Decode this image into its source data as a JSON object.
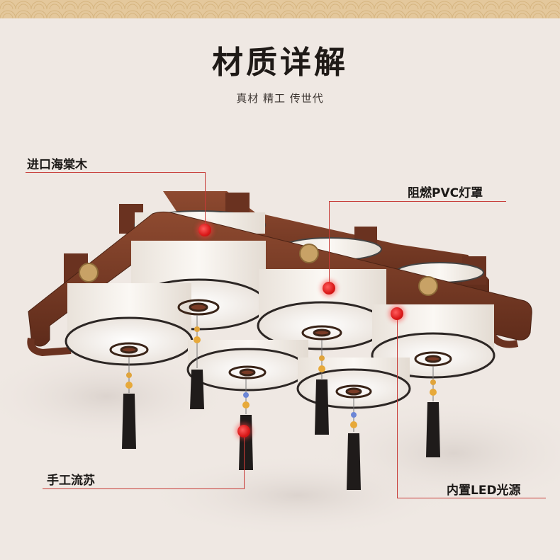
{
  "header": {
    "title": "材质详解",
    "subtitle": "真材 精工 传世代"
  },
  "callouts": {
    "wood": "进口海棠木",
    "shade": "阻燃PVC灯罩",
    "tassel": "手工流苏",
    "led": "内置LED光源"
  },
  "colors": {
    "accent": "#c73a36",
    "wood": "#7a3b26",
    "shade": "#f3eee8",
    "background": "#efe8e3",
    "band": "#e4c89c"
  }
}
